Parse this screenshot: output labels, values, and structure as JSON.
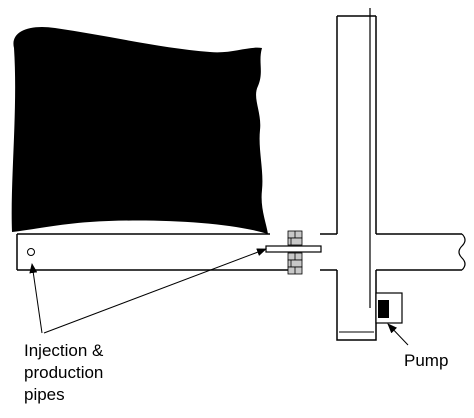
{
  "labels": {
    "pipes_line1": "Injection &",
    "pipes_line2": "production",
    "pipes_line3": "pipes",
    "pump": "Pump"
  },
  "colors": {
    "stroke": "#000000",
    "fill_dark": "#000000",
    "brick": "#c8c8c8",
    "background": "#ffffff"
  },
  "icons": {
    "pump": "pump-icon",
    "packer": "brick-packer-icon"
  }
}
